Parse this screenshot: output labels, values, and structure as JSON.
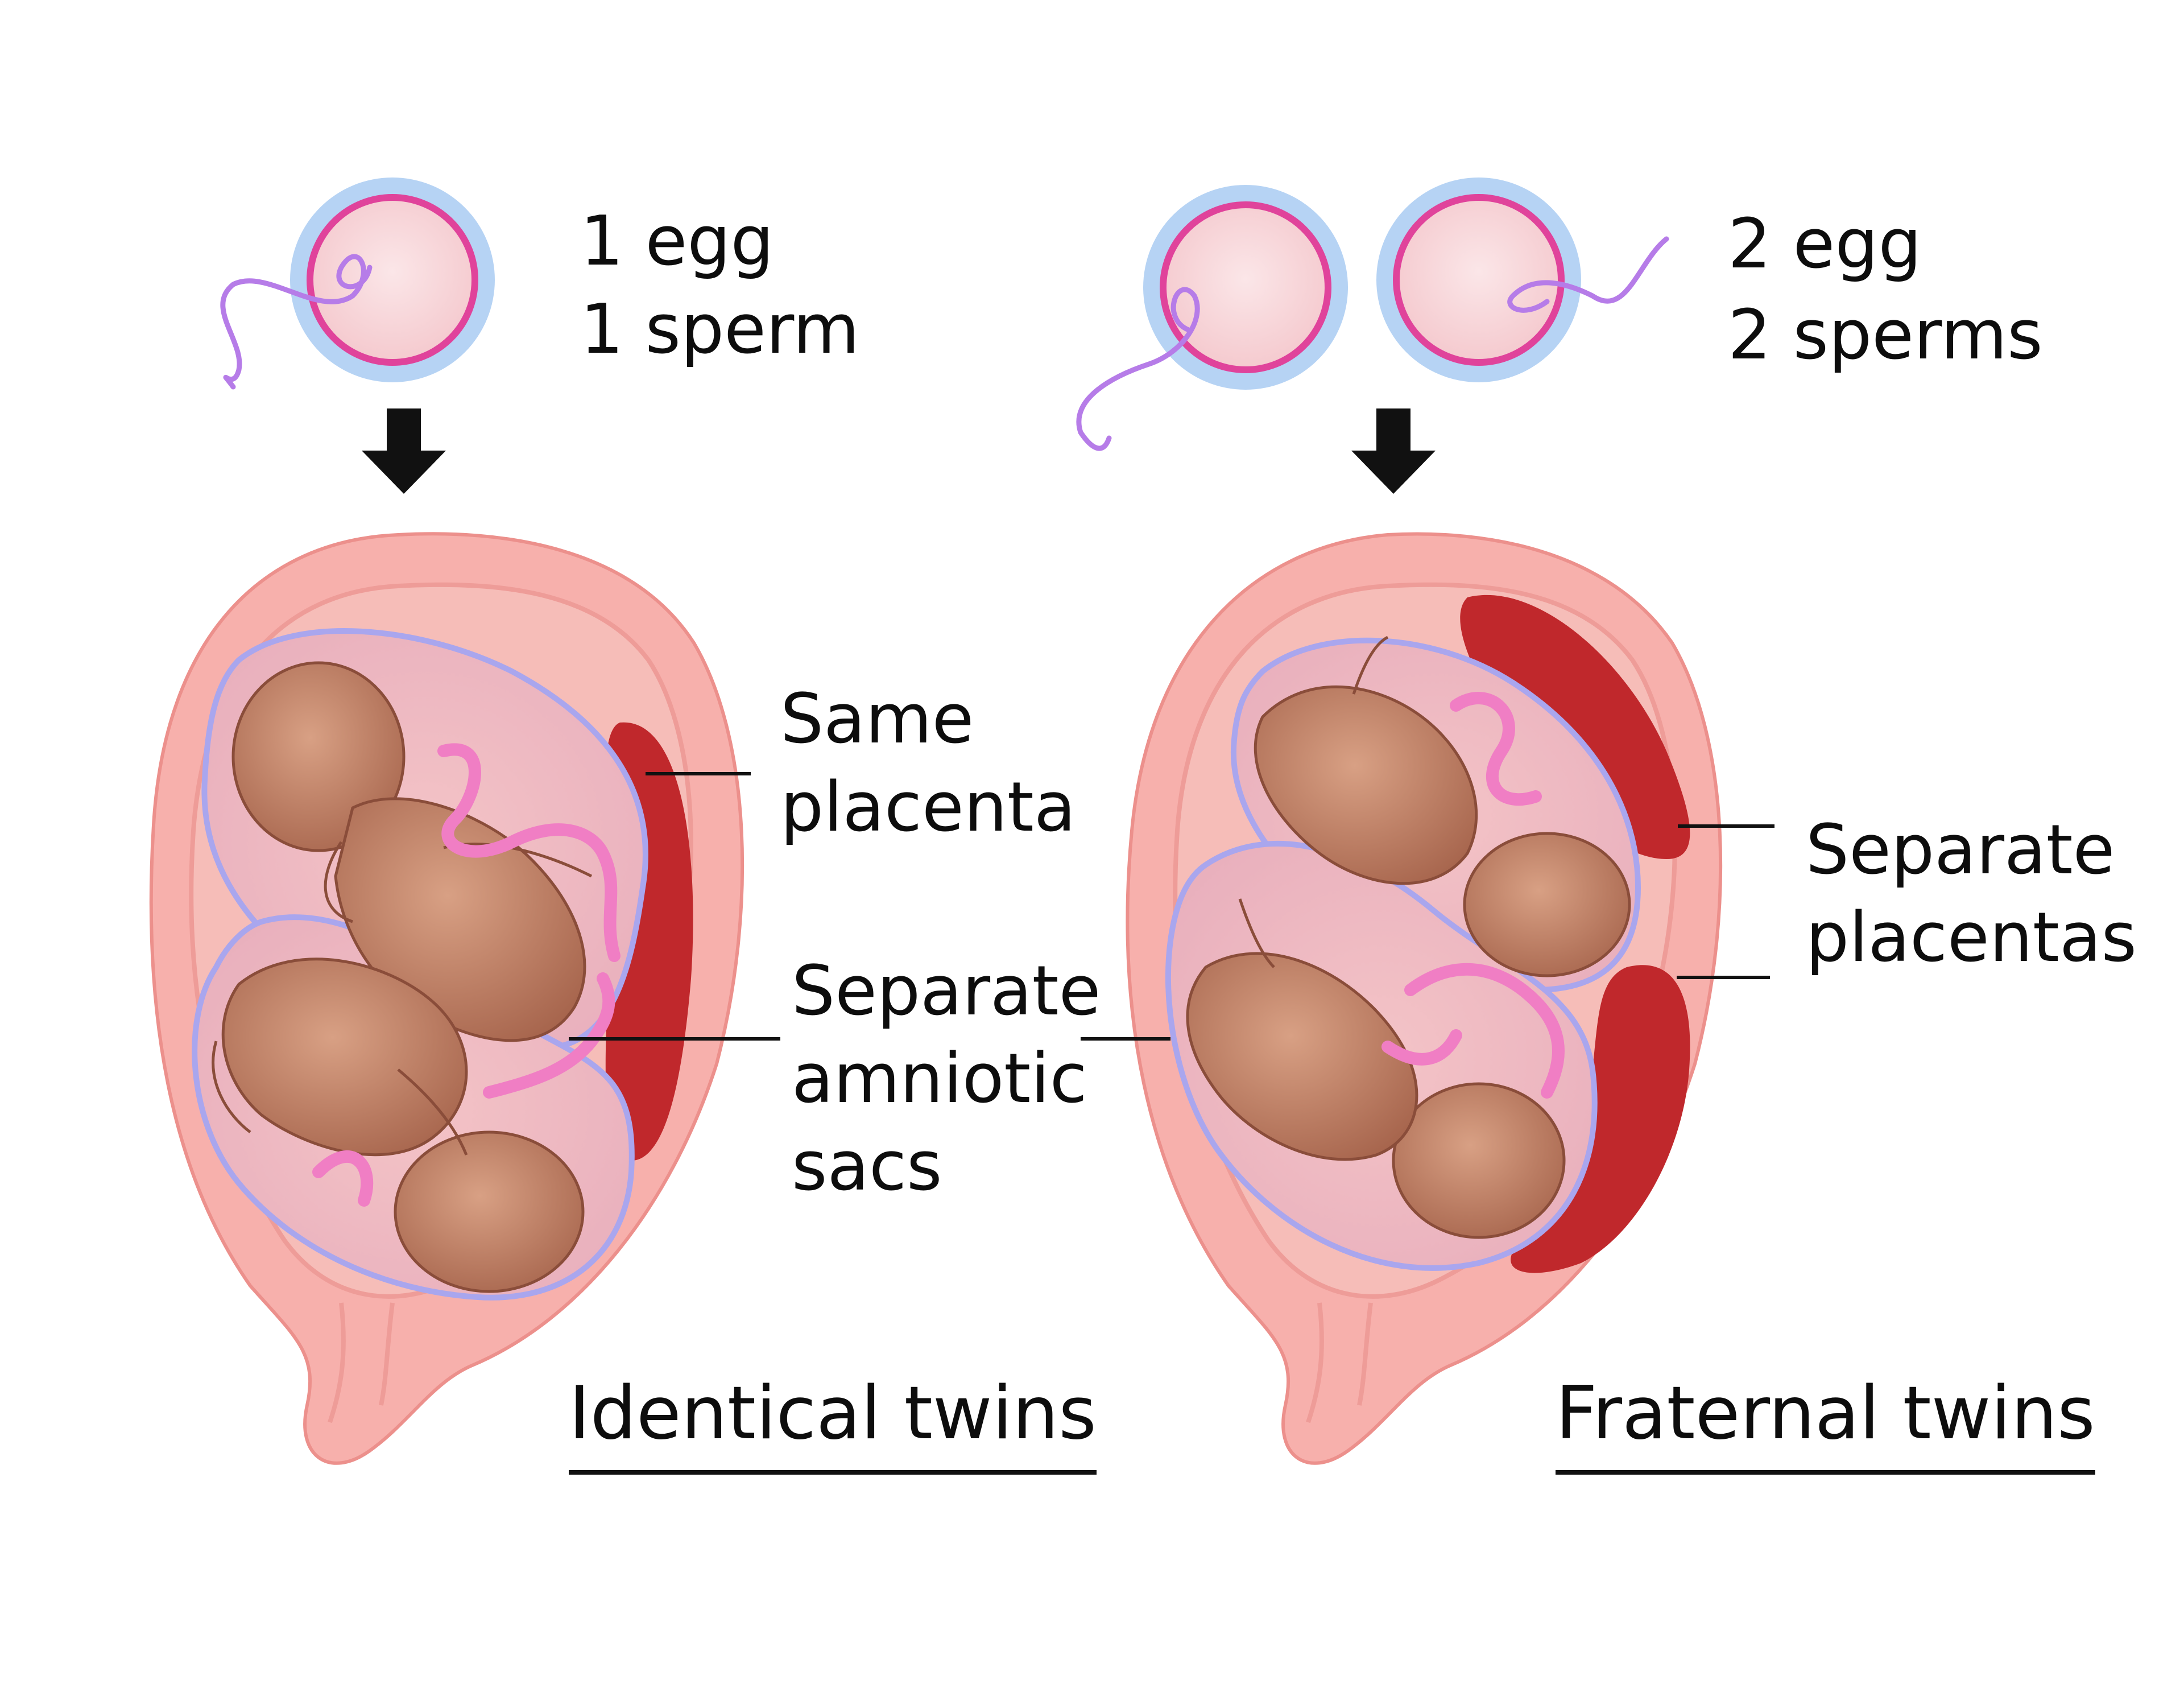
{
  "identical": {
    "egg_line": "1 egg",
    "sperm_line": "1 sperm",
    "placenta_line1": "Same",
    "placenta_line2": "placenta",
    "sacs_line1": "Separate",
    "sacs_line2": "amniotic",
    "sacs_line3": "sacs",
    "title": "Identical twins"
  },
  "fraternal": {
    "egg_line": "2 egg",
    "sperm_line": "2 sperms",
    "placenta_line1": "Separate",
    "placenta_line2": "placentas",
    "title": "Fraternal twins"
  },
  "colors": {
    "uterus": "#f7b0ac",
    "uterus_edge": "#ec908c",
    "placenta": "#c0282c",
    "amniotic_sac": "#a9a6ee",
    "egg_halo": "#b6d3f4",
    "egg_membrane": "#e0439b",
    "sperm": "#b67ce8",
    "fetus_skin": "#c88a6e",
    "umbilical_cord": "#f07ec4"
  }
}
